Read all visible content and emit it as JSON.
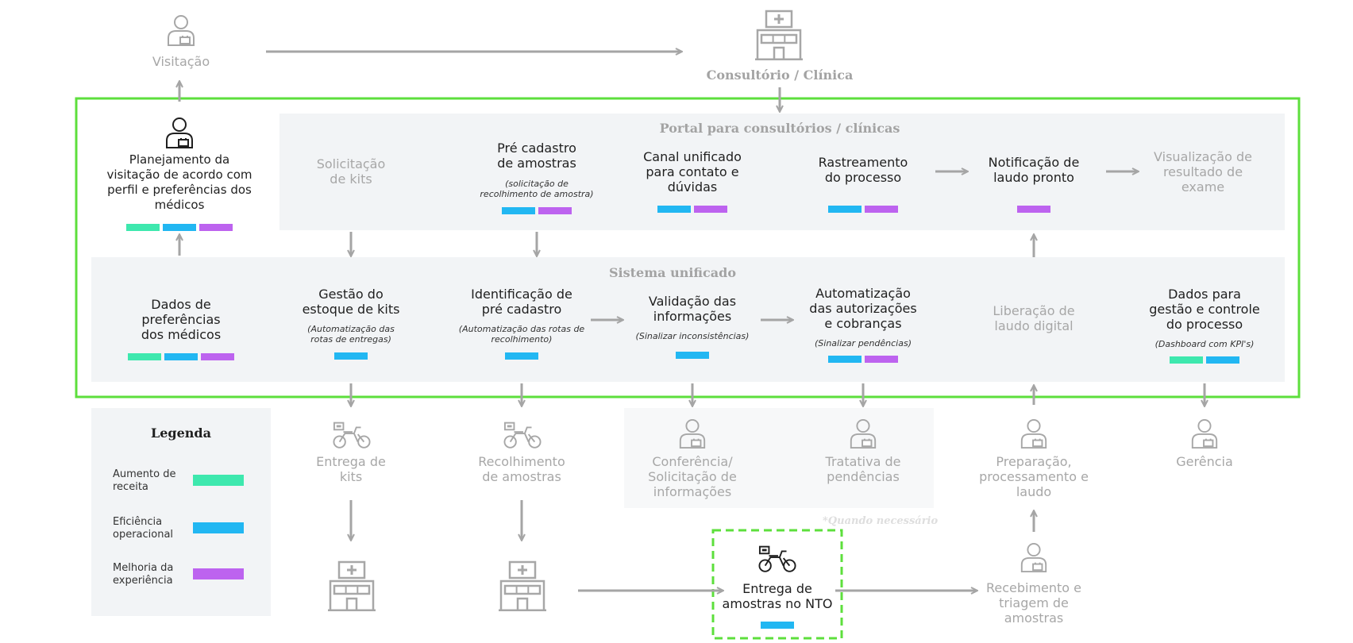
{
  "top": {
    "visitacao": "Visitação",
    "clinic": "Consultório / Clínica"
  },
  "portal": {
    "title": "Portal para consultórios / clínicas",
    "planning": "Planejamento da visitação de acordo com perfil e preferências dos médicos",
    "solicitacao": "Solicitação de kits",
    "pre_cadastro": "Pré cadastro de amostras",
    "pre_cadastro_sub": "(solicitação de recolhimento de amostra)",
    "canal": "Canal unificado para contato e dúvidas",
    "rastreamento": "Rastreamento do processo",
    "notificacao": "Notificação de laudo pronto",
    "visualizacao": "Visualização de resultado de exame"
  },
  "sistema": {
    "title": "Sistema unificado",
    "dados_pref": "Dados de preferências dos médicos",
    "gestao_estoque": "Gestão do estoque de kits",
    "gestao_estoque_sub": "(Automatização das rotas de entregas)",
    "identificacao": "Identificação de pré cadastro",
    "identificacao_sub": "(Automatização das rotas de recolhimento)",
    "validacao": "Validação das informações",
    "validacao_sub": "(Sinalizar inconsistências)",
    "automatizacao": "Automatização das autorizações e cobranças",
    "automatizacao_sub": "(Sinalizar pendências)",
    "liberacao": "Liberação de laudo digital",
    "dados_gestao": "Dados para gestão e controle do processo",
    "dados_gestao_sub": "(Dashboard com KPI's)"
  },
  "bottom": {
    "entrega_kits": "Entrega de kits",
    "recolhimento": "Recolhimento de amostras",
    "conferencia": "Conferência/ Solicitação de informações",
    "tratativa": "Tratativa de pendências",
    "preparacao": "Preparação, processamento e laudo",
    "gerencia": "Gerência",
    "note": "*Quando necessário",
    "entrega_nto": "Entrega de amostras no NTO",
    "recebimento": "Recebimento e triagem de amostras"
  },
  "legend": {
    "title": "Legenda",
    "items": [
      {
        "label": "Aumento de receita",
        "color": "#3ee8ae"
      },
      {
        "label": "Eficiência operacional",
        "color": "#22b7f2"
      },
      {
        "label": "Melhoria da experiência",
        "color": "#bd63ef"
      }
    ]
  },
  "colors": {
    "frame": "#5ddf3c",
    "arrow": "#a5a5a5",
    "panel": "#f2f4f6"
  }
}
